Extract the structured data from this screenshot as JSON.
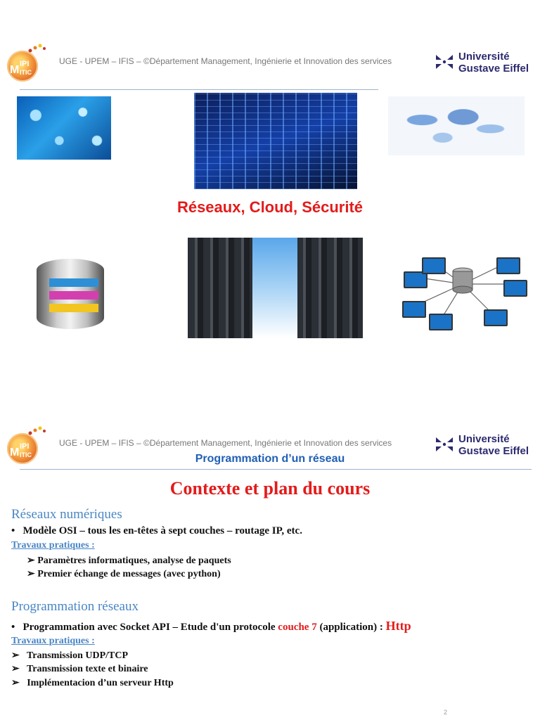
{
  "header": {
    "logo_text_top": "IPI",
    "logo_text_bottom": "ITIC",
    "logo_letter": "M",
    "institution_line": "UGE - UPEM – IFIS – ©Département Management, Ingénierie et Innovation des services",
    "university_line1": "Université",
    "university_line2": "Gustave Eiffel"
  },
  "slide1": {
    "title": "Réseaux, Cloud, Sécurité"
  },
  "slide2": {
    "subtitle": "Programmation d’un réseau",
    "title": "Contexte et plan du cours",
    "section1": {
      "heading": "Réseaux numériques",
      "bullet": "Modèle OSI – tous les en-têtes à sept couches – routage IP, etc.",
      "tp_label": "Travaux pratiques :",
      "items": [
        "Paramètres informatiques, analyse de paquets",
        "Premier échange de messages (avec python)"
      ]
    },
    "section2": {
      "heading": "Programmation réseaux",
      "bullet_part1": "Programmation avec Socket API – Etude d'un protocole ",
      "bullet_red": "couche 7",
      "bullet_part2": " (application) : ",
      "bullet_http": "Http",
      "tp_label": "Travaux pratiques :",
      "items": [
        "Transmission UDP/TCP",
        "Transmission texte et binaire",
        "Implémentacion d’un serveur Http"
      ]
    },
    "page_number": "2"
  },
  "icons": {
    "bullet": "•",
    "arrow": "➢"
  },
  "colors": {
    "title_red": "#e31b1b",
    "heading_blue": "#4a86c5",
    "subtitle_blue": "#1f5fb5",
    "university_navy": "#2c2a6e"
  }
}
